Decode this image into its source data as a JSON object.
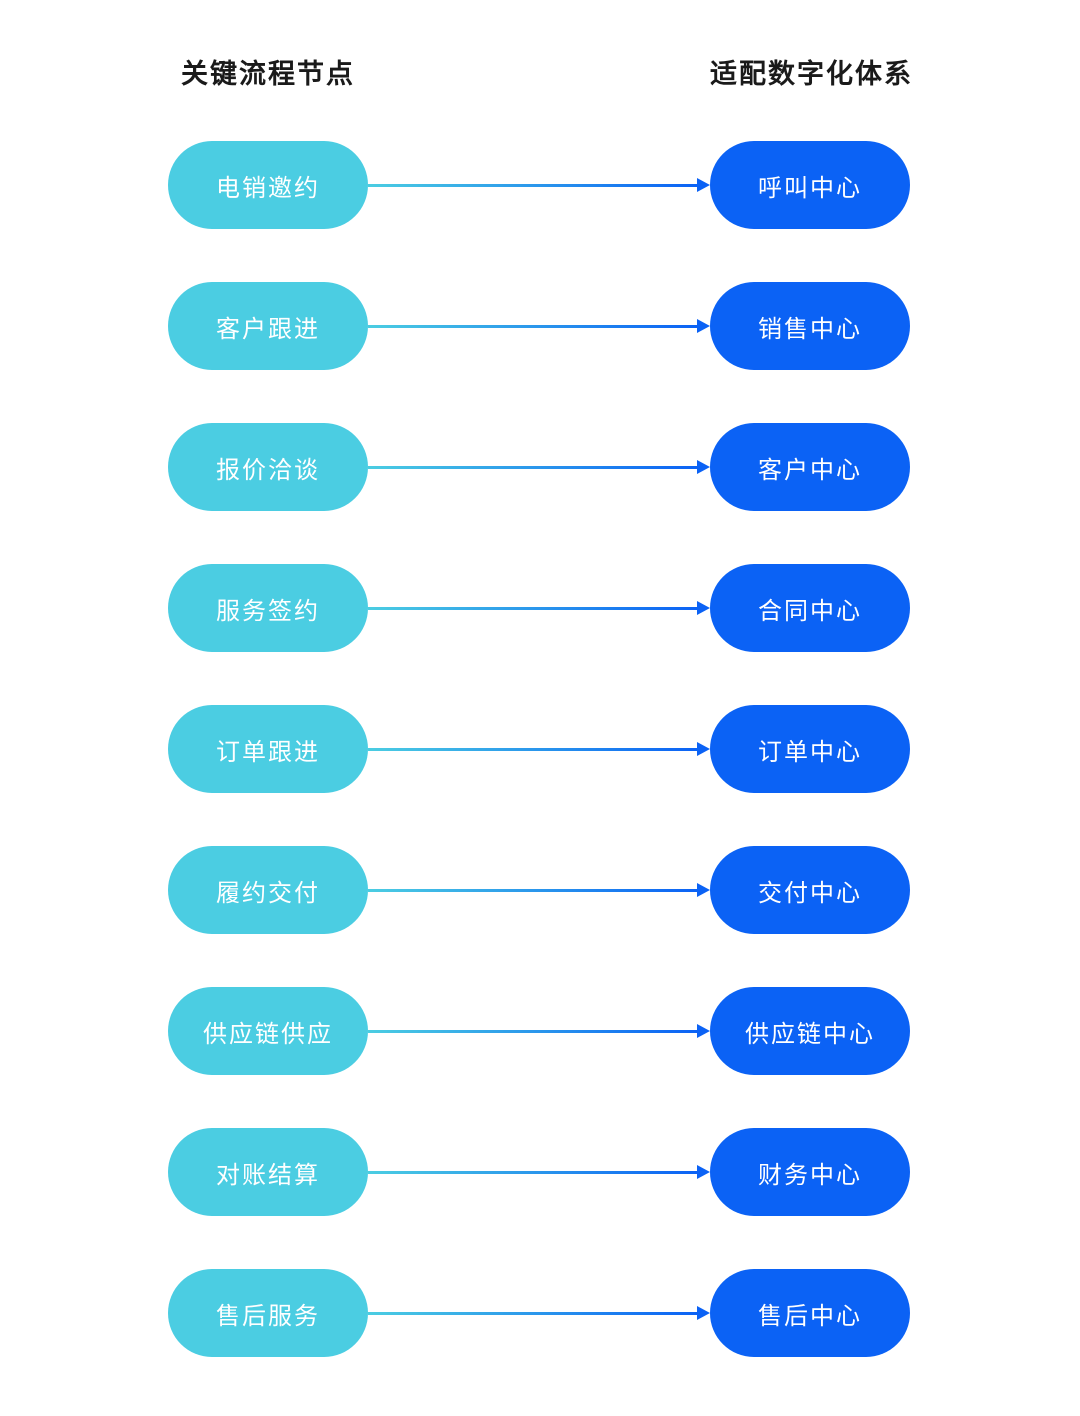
{
  "diagram": {
    "headers": {
      "left": "关键流程节点",
      "right": "适配数字化体系"
    },
    "colors": {
      "process_pill": "#4bcde2",
      "system_pill": "#0b62f5",
      "arrow_gradient_start": "#4bcde2",
      "arrow_gradient_end": "#0b62f5",
      "header_text": "#1a1a1a",
      "pill_text": "#ffffff",
      "background": "#ffffff"
    },
    "rows": [
      {
        "left": "电销邀约",
        "right": "呼叫中心"
      },
      {
        "left": "客户跟进",
        "right": "销售中心"
      },
      {
        "left": "报价洽谈",
        "right": "客户中心"
      },
      {
        "left": "服务签约",
        "right": "合同中心"
      },
      {
        "left": "订单跟进",
        "right": "订单中心"
      },
      {
        "left": "履约交付",
        "right": "交付中心"
      },
      {
        "left": "供应链供应",
        "right": "供应链中心"
      },
      {
        "left": "对账结算",
        "right": "财务中心"
      },
      {
        "left": "售后服务",
        "right": "售后中心"
      }
    ]
  }
}
